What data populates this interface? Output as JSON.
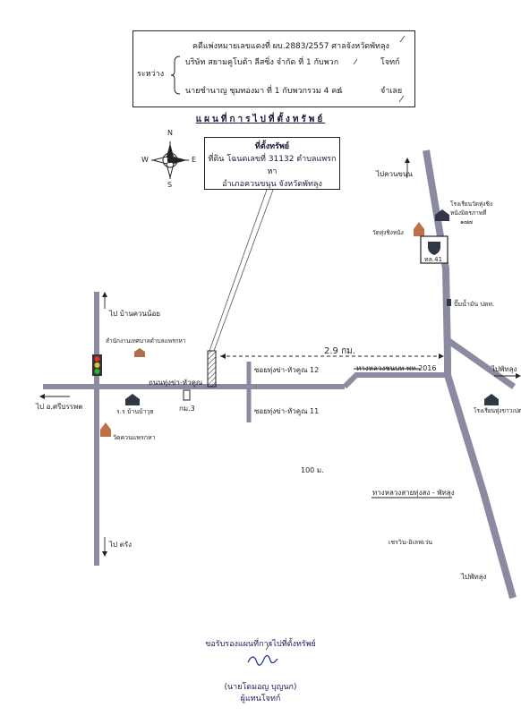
{
  "header": {
    "case_line": "คดีแพ่งหมายเลขแดงที่  ผบ.2883/2557   ศาลจังหวัดพัทลุง",
    "between_label": "ระหว่าง",
    "plaintiff": "บริษัท  สยามคูโบต้า ลีสซิ่ง  จำกัด  ที่  1  กับพวก",
    "plaintiff_role": "โจทก์",
    "defendant": "นายชำนาญ  ชุมทองมา  ที่  1  กับพวกรวม 4 คน",
    "defendant_role": "จำเลย"
  },
  "map_title": "แผนที่การไปที่ตั้งทรัพย์",
  "property": {
    "title": "ที่ตั้งทรัพย์",
    "line1": "ที่ดิน  โฉนดเลขที่  31132  ตำบลแพรกหา",
    "line2": "อำเภอควนขนุน  จังหวัดพัทลุง"
  },
  "compass": {
    "n": "N",
    "s": "S",
    "e": "E",
    "w": "W"
  },
  "distance_label": "2.9  กม.",
  "distance_short": "100  ม.",
  "labels": {
    "to_ban_khuan_noi": "ไป  บ้านควนน้อย",
    "to_sri_banphot": "ไป  อ.ศรีบรรพต",
    "to_trang": "ไป  ตรัง",
    "to_khuan_khanun": "ไปควนขนุน",
    "to_phatthalung_right": "ไปพัทลุง",
    "to_phatthalung_bottom": "ไปพัทลุง",
    "tambon_office": "สำนักงานเทศบาลตำบลแพรกหา",
    "road_main": "ถนนทุ่งข่า-หัวคูณ",
    "school_left": "ร.ร บ้านบ้าวุธ",
    "km3": "กม.3",
    "wat_left": "วัดควนแพรกหา",
    "soi12": "ซอยทุ่งข่า-หัวคูณ 12",
    "soi11": "ซอยทุ่งข่า-หัวคูณ 11",
    "highway_2016": "ทางหลวงชนบท พท.2016",
    "highway_41": "ทล.41",
    "school_top": "โรงเรียนวัดทุ่งชิง",
    "school_top2": "หนังมิตรภาพที่",
    "school_top_num": "๑๗๗",
    "wat_top": "วัดทุ่งชิงหนัง",
    "gas_station": "ปั๊มน้ำมัน ปตท.",
    "school_right": "โรงเรียนทุ่งขาวเปด",
    "highway_bottom": "ทางหลวงสายทุ่งสง - พัทลุง",
    "chiang_label": "เชรวิน-อิเลฟเว่น"
  },
  "signature": {
    "certify": "ขอรับรองแผนที่การไปที่ตั้งทรัพย์",
    "name": "(นายโดมอญ    บุญนก)",
    "role": "ผู้แทนโจทก์"
  }
}
